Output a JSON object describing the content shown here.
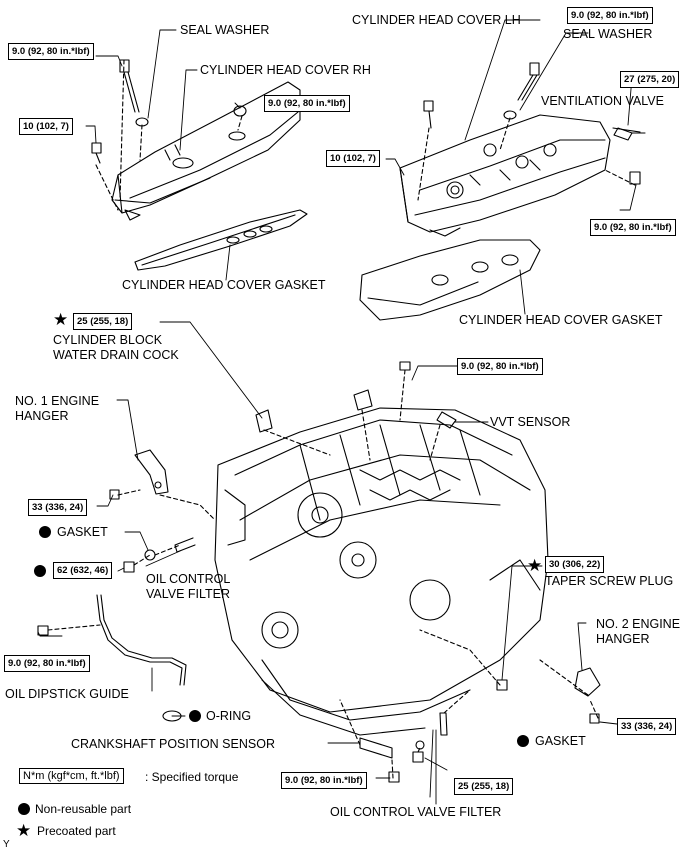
{
  "labels": {
    "seal_washer_rh": "SEAL WASHER",
    "cyl_head_cover_rh": "CYLINDER HEAD COVER RH",
    "cyl_head_cover_lh": "CYLINDER HEAD COVER LH",
    "seal_washer_lh": "SEAL WASHER",
    "ventilation_valve": "VENTILATION VALVE",
    "gasket_rh": "CYLINDER HEAD COVER GASKET",
    "gasket_lh": "CYLINDER HEAD COVER GASKET",
    "drain_cock_line1": "CYLINDER BLOCK",
    "drain_cock_line2": "WATER DRAIN COCK",
    "vvt_sensor": "VVT SENSOR",
    "hanger1_line1": "NO. 1 ENGINE",
    "hanger1_line2": "HANGER",
    "gasket_small": "GASKET",
    "ocv_filter_line1": "OIL CONTROL",
    "ocv_filter_line2": "VALVE FILTER",
    "taper_plug": "TAPER SCREW PLUG",
    "hanger2_line1": "NO. 2 ENGINE",
    "hanger2_line2": "HANGER",
    "dipstick_guide": "OIL DIPSTICK GUIDE",
    "o_ring": "O-RING",
    "crank_sensor": "CRANKSHAFT POSITION SENSOR",
    "gasket_bottom": "GASKET",
    "ocv_filter_bottom": "OIL CONTROL VALVE FILTER"
  },
  "torques": {
    "t_seal_rh": "9.0 (92, 80 in.*lbf)",
    "t_10_rh": "10 (102, 7)",
    "t_cover_rh": "9.0 (92, 80 in.*lbf)",
    "t_seal_lh": "9.0 (92, 80 in.*lbf)",
    "t_vent": "27 (275, 20)",
    "t_10_lh": "10 (102, 7)",
    "t_cover_lh": "9.0 (92, 80 in.*lbf)",
    "t_drain": "25 (255, 18)",
    "t_vvt": "9.0 (92, 80 in.*lbf)",
    "t_hanger1": "33 (336, 24)",
    "t_62": "62 (632, 46)",
    "t_taper": "30 (306, 22)",
    "t_dipstick": "9.0 (92, 80 in.*lbf)",
    "t_hanger2": "33 (336, 24)",
    "t_crank": "9.0 (92, 80 in.*lbf)",
    "t_gasket_bottom": "25 (255, 18)"
  },
  "legend": {
    "torque_unit_box": "N*m (kgf*cm, ft.*lbf)",
    "torque_unit_text": ": Specified torque",
    "non_reusable": "Non-reusable part",
    "precoated": "Precoated part"
  },
  "corner_mark": "Y",
  "icons": {
    "non_reusable_symbol": "black-circle",
    "precoated_symbol": "black-star"
  }
}
